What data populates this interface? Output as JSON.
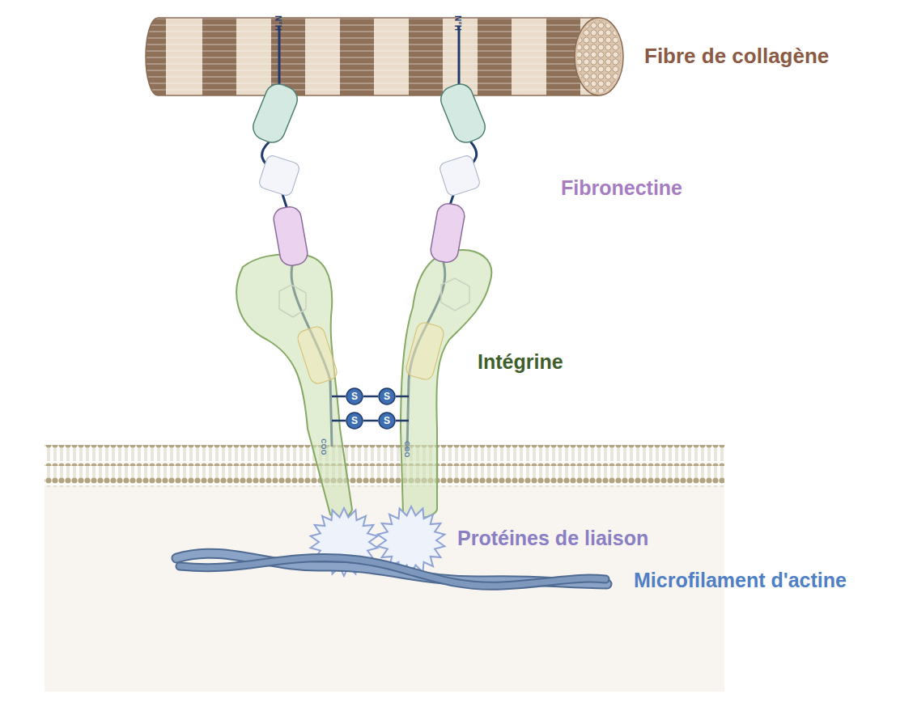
{
  "diagram": {
    "nodes": [
      {
        "text": [
          "S"
        ]
      },
      {
        "text": [
          "S"
        ]
      },
      {
        "text": [
          "S"
        ]
      },
      {
        "text": [
          "S"
        ]
      }
    ],
    "edges": [
      {
        "from": 0,
        "to": 1,
        "arrow": "none"
      },
      {
        "from": 2,
        "to": 3,
        "arrow": "none"
      }
    ],
    "labels": [
      "Fibre de collagène",
      "H₂N",
      "H₂N",
      "Fibronectine",
      "Intégrine",
      "COO",
      "COO",
      "Protéines de liaison",
      "Microfilament d'actine"
    ]
  }
}
